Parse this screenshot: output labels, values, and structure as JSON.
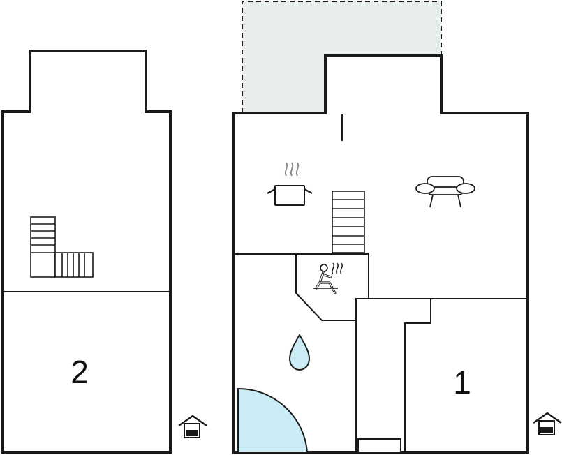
{
  "floor_plan": {
    "rooms": [
      {
        "id": "bedroom-2",
        "label": "2"
      },
      {
        "id": "bedroom-1",
        "label": "1"
      }
    ],
    "icons": [
      "staircase-icon",
      "kitchen-pot-icon",
      "sofa-icon",
      "sauna-icon",
      "bathroom-drop-icon",
      "house-entrance-icon"
    ],
    "colors": {
      "wall": "#1a1a1a",
      "terrace": "#e8eeee",
      "water": "#c9ecf5",
      "water_stroke": "#2a2a2a"
    }
  }
}
